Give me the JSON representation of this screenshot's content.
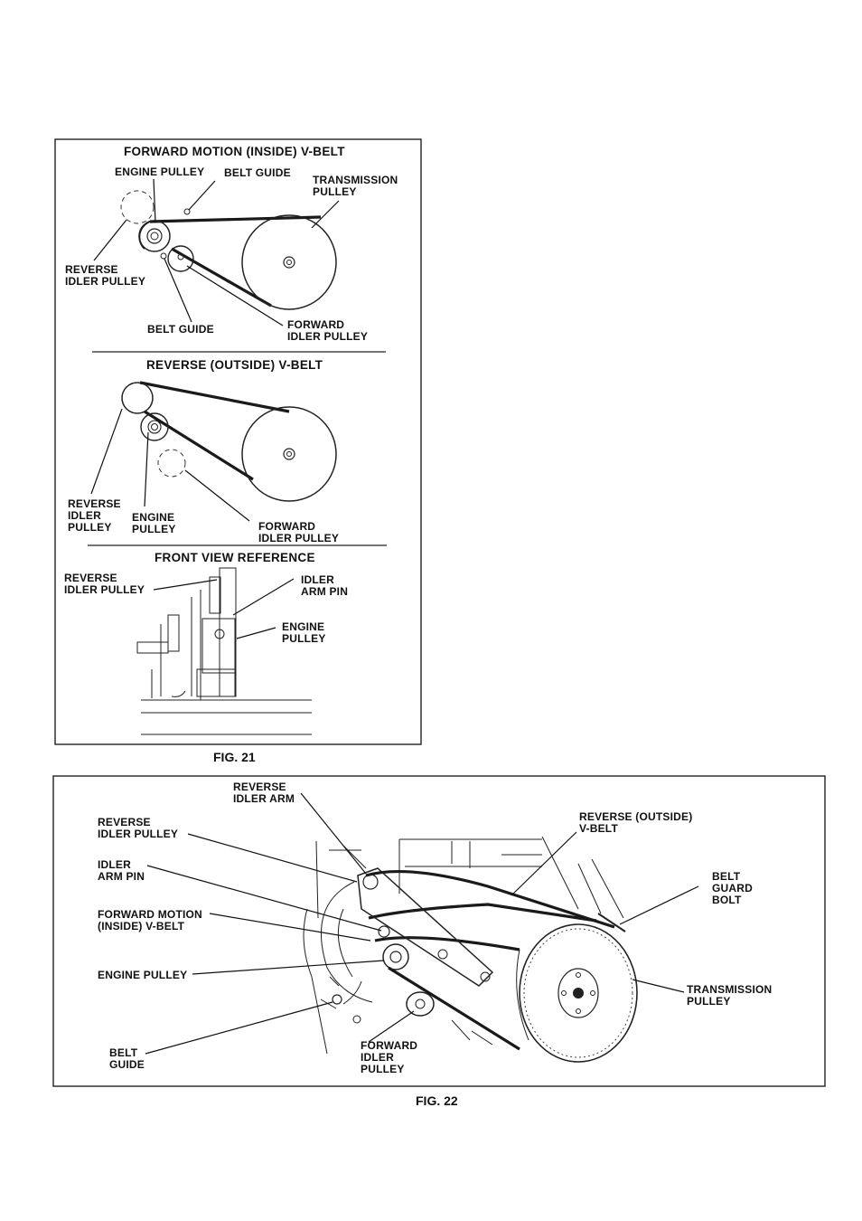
{
  "fig21": {
    "caption": "FIG. 21",
    "forward": {
      "title": "FORWARD MOTION (INSIDE) V-BELT",
      "engine_pulley": "ENGINE PULLEY",
      "belt_guide_top": "BELT GUIDE",
      "transmission_pulley": [
        "TRANSMISSION",
        "PULLEY"
      ],
      "reverse_idler_pulley": [
        "REVERSE",
        "IDLER PULLEY"
      ],
      "belt_guide_bottom": "BELT GUIDE",
      "forward_idler_pulley": [
        "FORWARD",
        "IDLER PULLEY"
      ]
    },
    "reverse": {
      "title": "REVERSE (OUTSIDE) V-BELT",
      "reverse_idler_pulley": [
        "REVERSE",
        "IDLER",
        "PULLEY"
      ],
      "engine_pulley": [
        "ENGINE",
        "PULLEY"
      ],
      "forward_idler_pulley": [
        "FORWARD",
        "IDLER PULLEY"
      ]
    },
    "front_view": {
      "title": "FRONT VIEW REFERENCE",
      "reverse_idler_pulley": [
        "REVERSE",
        "IDLER PULLEY"
      ],
      "idler_arm_pin": [
        "IDLER",
        "ARM PIN"
      ],
      "engine_pulley": [
        "ENGINE",
        "PULLEY"
      ]
    }
  },
  "fig22": {
    "caption": "FIG. 22",
    "reverse_idler_arm": [
      "REVERSE",
      "IDLER ARM"
    ],
    "reverse_idler_pulley": [
      "REVERSE",
      "IDLER PULLEY"
    ],
    "idler_arm_pin": [
      "IDLER",
      "ARM PIN"
    ],
    "forward_motion_belt": [
      "FORWARD MOTION",
      "(INSIDE) V-BELT"
    ],
    "engine_pulley": "ENGINE PULLEY",
    "belt_guide": [
      "BELT",
      "GUIDE"
    ],
    "forward_idler_pulley": [
      "FORWARD",
      "IDLER",
      "PULLEY"
    ],
    "reverse_outside_belt": [
      "REVERSE (OUTSIDE)",
      "V-BELT"
    ],
    "belt_guard_bolt": [
      "BELT",
      "GUARD",
      "BOLT"
    ],
    "transmission_pulley": [
      "TRANSMISSION",
      "PULLEY"
    ]
  }
}
